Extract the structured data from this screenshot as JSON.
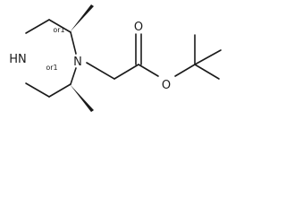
{
  "molecule": {
    "atom_labels": {
      "amine_nh": "HN",
      "ring_n": "N",
      "carbonyl_o": "O",
      "ester_o": "O"
    },
    "stereo_labels": {
      "upper": "or1",
      "lower": "or1"
    }
  }
}
